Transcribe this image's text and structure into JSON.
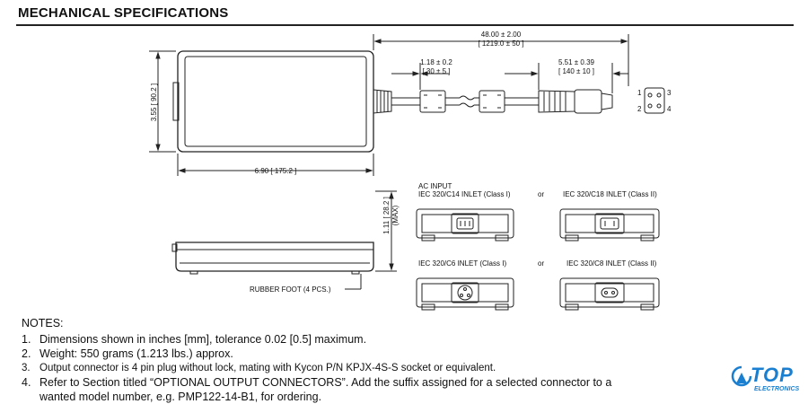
{
  "title": "MECHANICAL SPECIFICATIONS",
  "dimensions": {
    "overall_length": "48.00 ± 2.00",
    "overall_length_mm": "[ 1219.0 ± 50 ]",
    "ferrite1": "1.18 ± 0.2",
    "ferrite1_mm": "[ 30 ± 5 ]",
    "connector_len": "5.51 ± 0.39",
    "connector_len_mm": "[ 140 ± 10 ]",
    "height": "3.55 [ 90.2 ]",
    "width": "6.90 [ 175.2 ]",
    "thickness": "1.11 [ 28.2 ]",
    "thickness_max": "(MAX)"
  },
  "pins": {
    "p1": "1",
    "p2": "2",
    "p3": "3",
    "p4": "4"
  },
  "ac_input": {
    "header": "AC INPUT",
    "c14": "IEC 320/C14 INLET (Class I)",
    "or1": "or",
    "c18": "IEC 320/C18 INLET (Class II)",
    "c6": "IEC 320/C6 INLET (Class I)",
    "or2": "or",
    "c8": "IEC 320/C8 INLET (Class II)"
  },
  "rubber_foot": "RUBBER FOOT (4 PCS.)",
  "notes": {
    "header": "NOTES:",
    "n1_num": "1.",
    "n1": "Dimensions shown in inches [mm], tolerance 0.02 [0.5] maximum.",
    "n2_num": "2.",
    "n2": "Weight: 550 grams (1.213 lbs.) approx.",
    "n3_num": "3.",
    "n3": "Output connector is 4 pin plug without lock, mating with Kycon P/N KPJX-4S-S socket or equivalent.",
    "n4_num": "4.",
    "n4a": "Refer to Section titled “OPTIONAL OUTPUT CONNECTORS”. Add the suffix assigned for a selected connector to a",
    "n4b": "wanted model number, e.g. PMP122-14-B1, for ordering."
  },
  "logo": {
    "brand": "TOP",
    "sub": "ELECTRONICS"
  },
  "colors": {
    "line": "#222222",
    "brand": "#1a7fd0"
  }
}
